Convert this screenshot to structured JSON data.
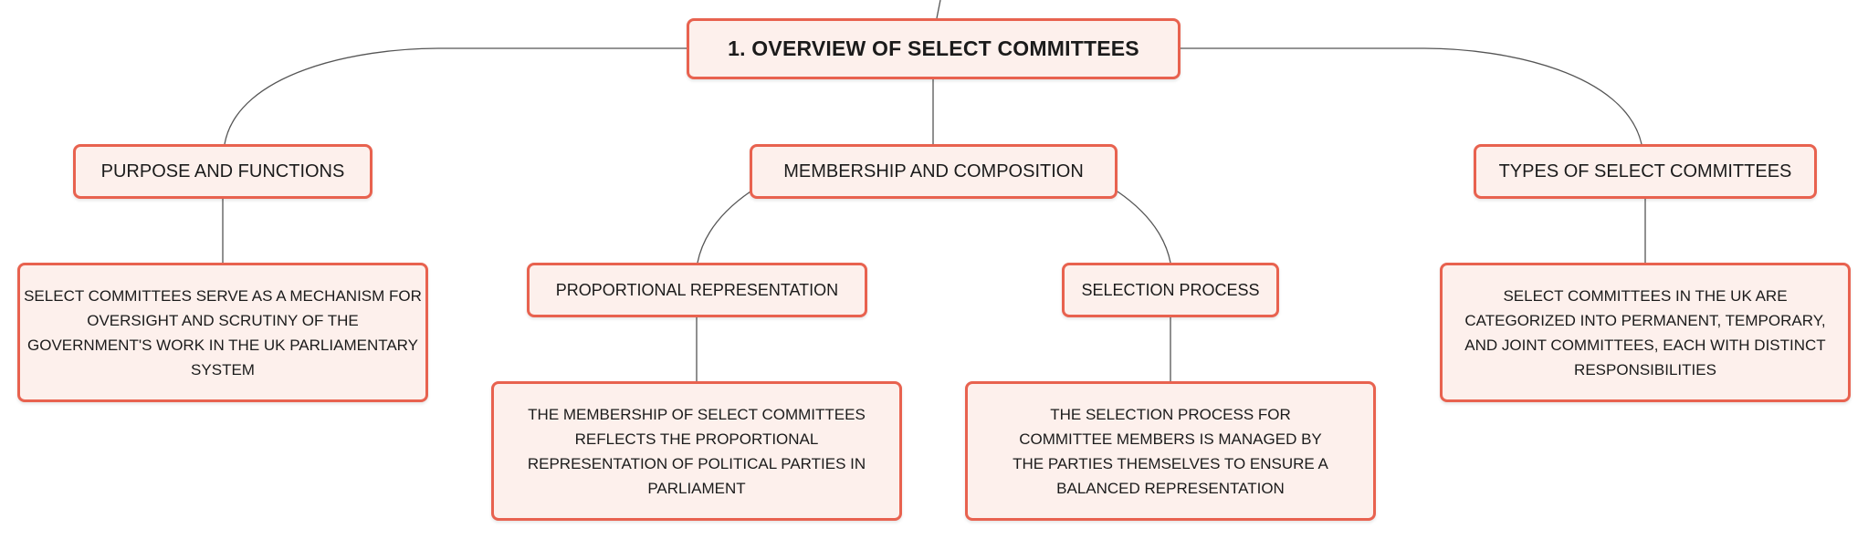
{
  "mindmap": {
    "root": "1. OVERVIEW OF SELECT COMMITTEES",
    "purpose": {
      "title": "PURPOSE AND FUNCTIONS",
      "detail": "SELECT COMMITTEES SERVE AS A MECHANISM FOR OVERSIGHT AND SCRUTINY OF THE GOVERNMENT'S WORK IN THE UK PARLIAMENTARY SYSTEM"
    },
    "membership": {
      "title": "MEMBERSHIP AND COMPOSITION",
      "proportional": {
        "title": "PROPORTIONAL REPRESENTATION",
        "detail": "THE MEMBERSHIP OF SELECT COMMITTEES REFLECTS THE PROPORTIONAL REPRESENTATION OF POLITICAL PARTIES IN PARLIAMENT"
      },
      "selection": {
        "title": "SELECTION PROCESS",
        "detail": "THE SELECTION PROCESS FOR COMMITTEE MEMBERS IS MANAGED BY THE PARTIES THEMSELVES TO ENSURE A BALANCED REPRESENTATION"
      }
    },
    "types": {
      "title": "TYPES OF SELECT COMMITTEES",
      "detail": "SELECT COMMITTEES IN THE UK ARE CATEGORIZED INTO PERMANENT, TEMPORARY, AND JOINT COMMITTEES, EACH WITH DISTINCT RESPONSIBILITIES"
    }
  },
  "colors": {
    "border": "#e8624f",
    "fill": "#fdf0ec",
    "line": "#555555",
    "text": "#1b1b1b"
  }
}
